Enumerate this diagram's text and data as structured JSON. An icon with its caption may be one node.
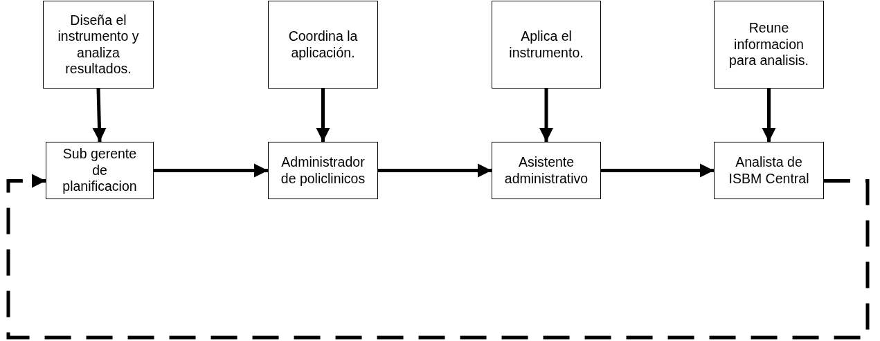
{
  "diagram": {
    "nodes": [
      {
        "text": [
          "Diseña el instrumento y analiza resultados."
        ]
      },
      {
        "text": [
          "Coordina la aplicación."
        ]
      },
      {
        "text": [
          "Aplica el instrumento."
        ]
      },
      {
        "text": [
          "Reune informacion para analisis."
        ]
      },
      {
        "text": [
          "Sub gerente de planificacion"
        ]
      },
      {
        "text": [
          "Administrador de policlinicos"
        ]
      },
      {
        "text": [
          "Asistente administrativo"
        ]
      },
      {
        "text": [
          "Analista de ISBM Central"
        ]
      }
    ],
    "edges": [
      {
        "from": 0,
        "to": 4,
        "arrow": "to"
      },
      {
        "from": 1,
        "to": 5,
        "arrow": "to"
      },
      {
        "from": 2,
        "to": 6,
        "arrow": "to"
      },
      {
        "from": 3,
        "to": 7,
        "arrow": "to"
      },
      {
        "from": 4,
        "to": 5,
        "arrow": "to"
      },
      {
        "from": 5,
        "to": 6,
        "arrow": "to"
      },
      {
        "from": 6,
        "to": 7,
        "arrow": "to"
      },
      {
        "from": 7,
        "to": 4,
        "arrow": "to",
        "style": "dashed"
      }
    ]
  }
}
